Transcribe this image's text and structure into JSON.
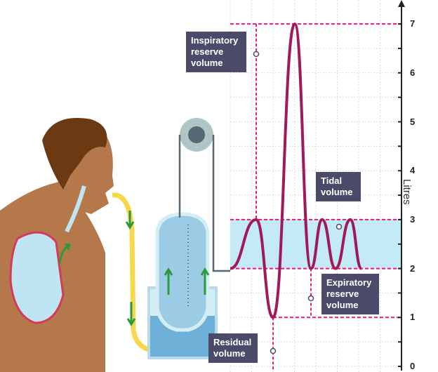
{
  "labels": {
    "inspiratory": "Inspiratory reserve volume",
    "tidal": "Tidal volume",
    "expiratory": "Expiratory reserve volume",
    "residual": "Residual volume"
  },
  "colors": {
    "trace": "#a2195b",
    "guide": "#e8197a",
    "box": "#4b4a68",
    "band": "#c4ebf5"
  },
  "chart_data": {
    "type": "line",
    "ylabel": "Litres",
    "ylim": [
      0,
      7
    ],
    "yticks": [
      "0",
      "1",
      "2",
      "3",
      "4",
      "5",
      "6",
      "7"
    ],
    "x": [
      0,
      1,
      2,
      3,
      4,
      5,
      6,
      7,
      8
    ],
    "values": [
      2,
      3,
      1,
      7,
      2,
      3,
      2,
      3,
      2
    ],
    "tidal_band": [
      2,
      3
    ]
  }
}
